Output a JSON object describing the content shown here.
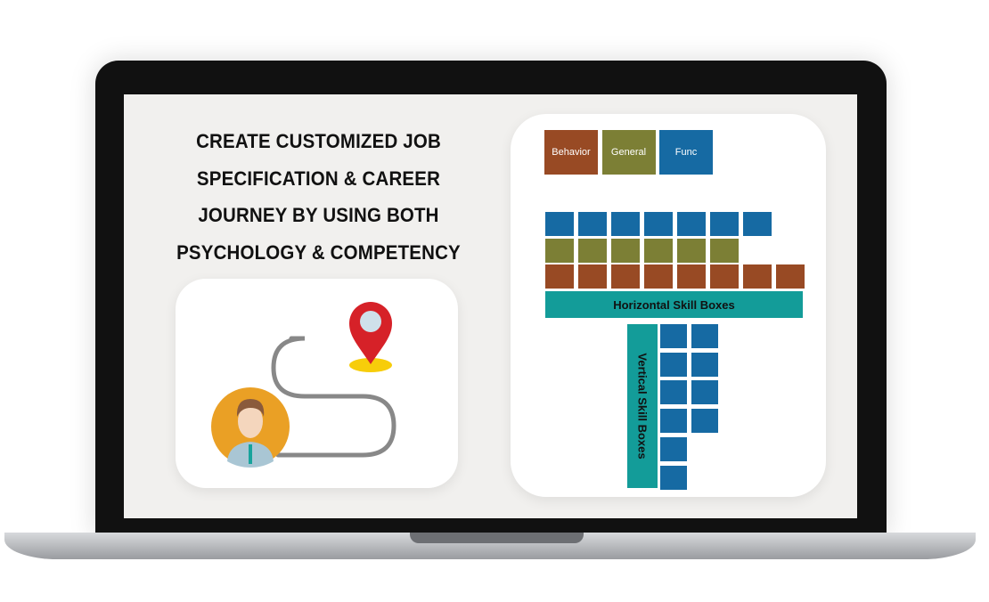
{
  "headline": [
    "CREATE CUSTOMIZED JOB",
    "SPECIFICATION & CAREER",
    "JOURNEY BY USING BOTH",
    "PSYCHOLOGY & COMPETENCY"
  ],
  "diagram": {
    "legend": [
      {
        "label": "Behavior",
        "color": "#984a24"
      },
      {
        "label": "General",
        "color": "#7c7f35"
      },
      {
        "label": "Func",
        "color": "#166aa3"
      }
    ],
    "horizontal_rows": [
      {
        "category": "Func",
        "count": 7
      },
      {
        "category": "General",
        "count": 6
      },
      {
        "category": "Behavior",
        "count": 8
      }
    ],
    "horizontal_label": "Horizontal Skill Boxes",
    "vertical_label": "Vertical Skill Boxes",
    "vertical_rows": [
      2,
      2,
      2,
      2,
      1,
      1
    ],
    "bar_color": "#139c99"
  },
  "journey_icon": {
    "icons": [
      "user-avatar-icon",
      "path-icon",
      "location-pin-icon"
    ]
  }
}
